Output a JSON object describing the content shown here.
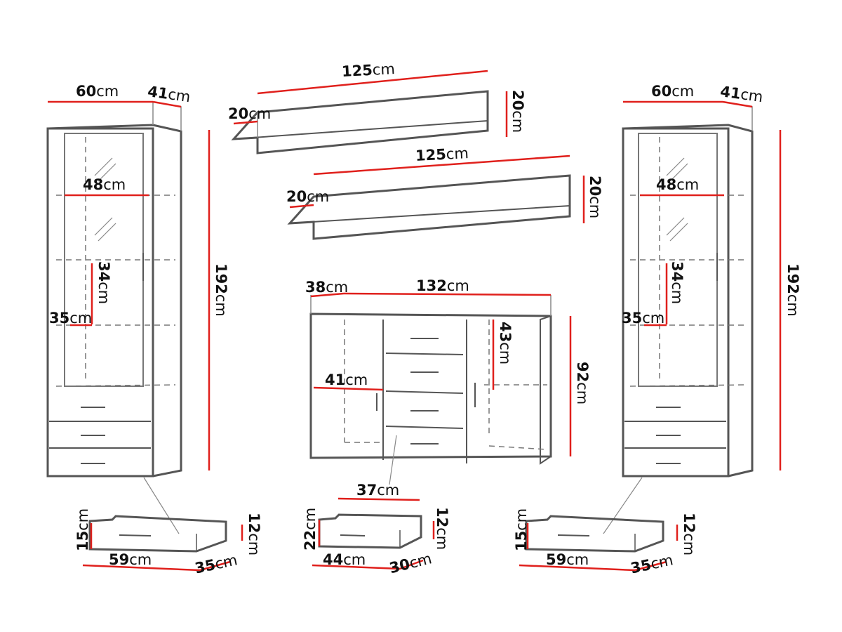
{
  "diagram": {
    "title": "Furniture set dimension drawing",
    "colors": {
      "outline": "#555555",
      "dimension_line": "#e0201c",
      "text": "#111111",
      "background": "#ffffff"
    },
    "items": {
      "left_cabinet": {
        "width": "60",
        "depth": "41",
        "inner_width": "48",
        "shelf_gap": "34",
        "shelf_depth": "35",
        "height": "192",
        "unit": "cm"
      },
      "shelf_top": {
        "length": "125",
        "depth": "20",
        "height": "20",
        "unit": "cm"
      },
      "shelf_bottom": {
        "length": "125",
        "depth": "20",
        "height": "20",
        "unit": "cm"
      },
      "sideboard": {
        "depth": "38",
        "width": "132",
        "inner_height": "43",
        "inner_depth": "41",
        "height": "92",
        "unit": "cm"
      },
      "right_cabinet": {
        "width": "60",
        "depth": "41",
        "inner_width": "48",
        "shelf_gap": "34",
        "shelf_depth": "35",
        "height": "192",
        "unit": "cm"
      },
      "left_drawer": {
        "height": "15",
        "inner_height": "12",
        "width": "59",
        "depth": "35",
        "unit": "cm"
      },
      "middle_drawer": {
        "top_width": "37",
        "height": "22",
        "inner_height": "12",
        "width": "44",
        "depth": "30",
        "unit": "cm"
      },
      "right_drawer": {
        "height": "15",
        "inner_height": "12",
        "width": "59",
        "depth": "35",
        "unit": "cm"
      }
    }
  }
}
